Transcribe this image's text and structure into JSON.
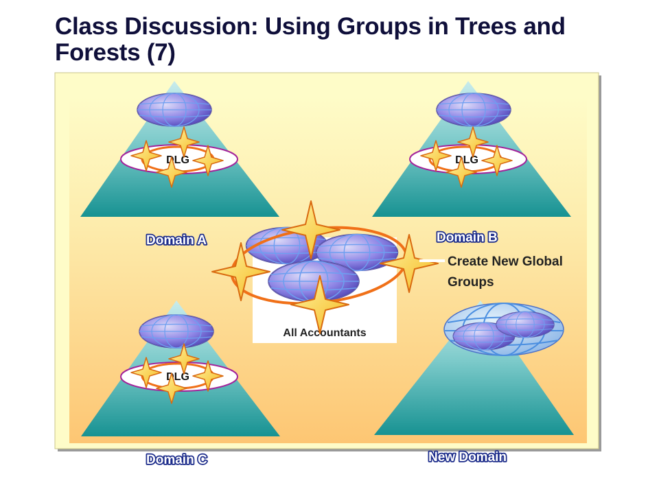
{
  "title": {
    "line1": "Class Discussion: Using Groups in Trees and",
    "line2": "Forests (7)"
  },
  "domains": {
    "a": {
      "label": "Domain A",
      "group": "DLG"
    },
    "b": {
      "label": "Domain B",
      "group": "DLG"
    },
    "c": {
      "label": "Domain C",
      "group": "DLG"
    },
    "new": {
      "label": "New Domain"
    }
  },
  "callout": {
    "line1": "Create New Global",
    "line2": "Groups"
  },
  "accountants_box": {
    "label": "All Accountants"
  },
  "colors": {
    "background_panel": "#fefcc8",
    "panel_gradient_bottom": "#fdc673",
    "triangle_top": "#c9ecec",
    "triangle_bottom": "#199393",
    "globe_fill": "#8f86e6",
    "dlg_ring": "#a3239a",
    "selection_ring": "#f07018",
    "star_fill": "#f8d53a",
    "label_outline": "#1b2b8a"
  },
  "icons": [
    "globe-icon",
    "starburst-icon",
    "dlg-ring-icon"
  ]
}
